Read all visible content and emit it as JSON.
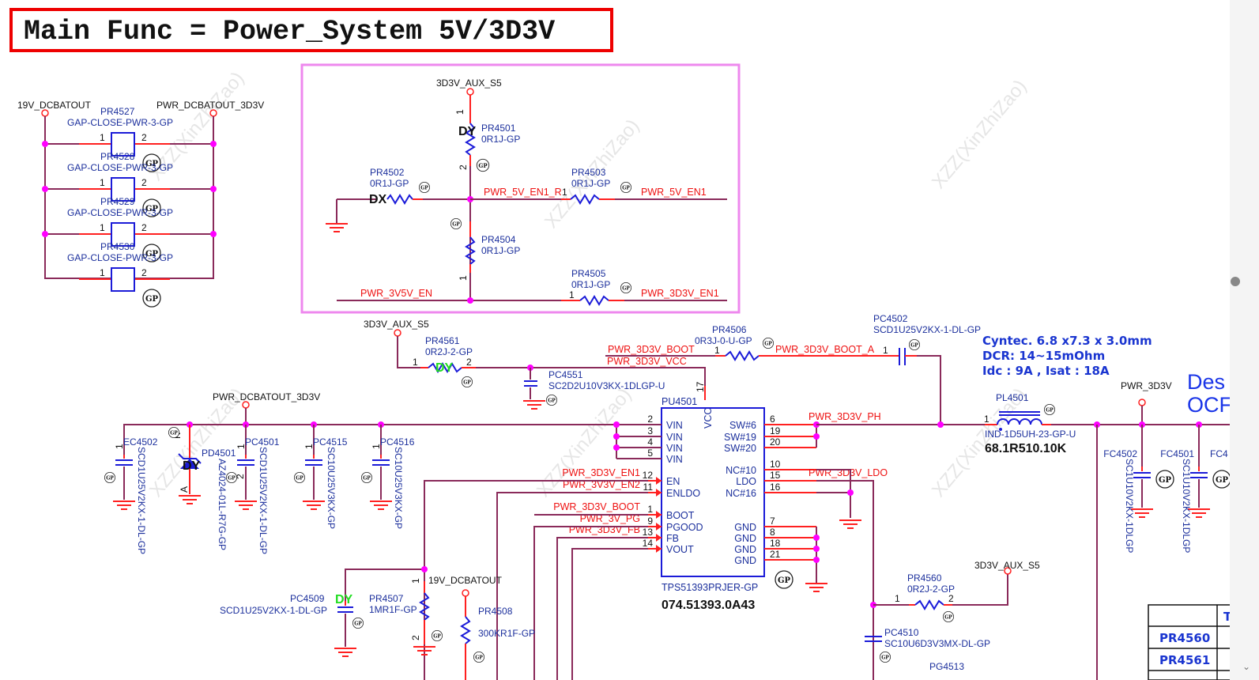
{
  "title": "Main Func = Power_System 5V/3D3V",
  "watermark": "XZZ(XinZhiZao)",
  "gap_block": {
    "left_net": "19V_DCBATOUT",
    "right_net": "PWR_DCBATOUT_3D3V",
    "parts": [
      {
        "ref": "PR4527",
        "value": "GAP-CLOSE-PWR-3-GP"
      },
      {
        "ref": "PR4528",
        "value": "GAP-CLOSE-PWR-3-GP"
      },
      {
        "ref": "PR4529",
        "value": "GAP-CLOSE-PWR-3-GP"
      },
      {
        "ref": "PR4530",
        "value": "GAP-CLOSE-PWR-3-GP"
      }
    ],
    "pin1": "1",
    "pin2": "2"
  },
  "enable_block": {
    "supply": "3D3V_AUX_S5",
    "pr4501": {
      "ref": "PR4501",
      "value": "0R1J-GP",
      "tag": "DY"
    },
    "pr4502": {
      "ref": "PR4502",
      "value": "0R1J-GP",
      "tag": "DX"
    },
    "pr4503": {
      "ref": "PR4503",
      "value": "0R1J-GP"
    },
    "pr4504": {
      "ref": "PR4504",
      "value": "0R1J-GP"
    },
    "pr4505": {
      "ref": "PR4505",
      "value": "0R1J-GP"
    },
    "nets": {
      "en1_r": "PWR_5V_EN1_R",
      "en1": "PWR_5V_EN1",
      "en_3v5v": "PWR_3V5V_EN",
      "en_3d3v": "PWR_3D3V_EN1"
    }
  },
  "vcc_block": {
    "supply": "3D3V_AUX_S5",
    "pr4561": {
      "ref": "PR4561",
      "value": "0R2J-2-GP",
      "tag": "DY"
    },
    "pc4551": {
      "ref": "PC4551",
      "value": "SC2D2U10V3KX-1DLGP-U"
    },
    "pr4506": {
      "ref": "PR4506",
      "value": "0R3J-0-U-GP"
    },
    "pc4502": {
      "ref": "PC4502",
      "value": "SCD1U25V2KX-1-DL-GP"
    },
    "nets": {
      "boot": "PWR_3D3V_BOOT",
      "vcc": "PWR_3D3V_VCC",
      "boot_a": "PWR_3D3V_BOOT_A"
    }
  },
  "input_caps": {
    "net": "PWR_DCBATOUT_3D3V",
    "parts": [
      {
        "ref": "EC4502",
        "value": "SCD1U25V2KX-1-DL-GP"
      },
      {
        "ref": "PD4501",
        "value": "AZ4024-01L-R7G-GP",
        "tag": "DY"
      },
      {
        "ref": "PC4501",
        "value": "SCD1U25V2KX-1-DL-GP"
      },
      {
        "ref": "PC4515",
        "value": "SC10U25V3KX-GP"
      },
      {
        "ref": "PC4516",
        "value": "SC10U25V3KX-GP"
      }
    ]
  },
  "ic": {
    "ref": "PU4501",
    "part": "TPS51393PRJER-GP",
    "pn": "074.51393.0A43",
    "vcc_label": "VCC",
    "vcc_pin": "17",
    "left_pins": [
      {
        "num": "2",
        "name": "VIN"
      },
      {
        "num": "3",
        "name": "VIN"
      },
      {
        "num": "4",
        "name": "VIN"
      },
      {
        "num": "5",
        "name": "VIN"
      },
      {
        "num": "12",
        "name": "EN",
        "net": "PWR_3D3V_EN1"
      },
      {
        "num": "11",
        "name": "ENLDO",
        "net": "PWR_3V3V_EN2"
      },
      {
        "num": "1",
        "name": "BOOT",
        "net": "PWR_3D3V_BOOT"
      },
      {
        "num": "9",
        "name": "PGOOD",
        "net": "PWR_3V_PG"
      },
      {
        "num": "13",
        "name": "FB",
        "net": "PWR_3D3V_FB"
      },
      {
        "num": "14",
        "name": "VOUT"
      }
    ],
    "right_pins": [
      {
        "num": "6",
        "name": "SW#6"
      },
      {
        "num": "19",
        "name": "SW#19"
      },
      {
        "num": "20",
        "name": "SW#20"
      },
      {
        "num": "10",
        "name": "NC#10"
      },
      {
        "num": "15",
        "name": "LDO"
      },
      {
        "num": "16",
        "name": "NC#16"
      },
      {
        "num": "7",
        "name": "GND"
      },
      {
        "num": "8",
        "name": "GND"
      },
      {
        "num": "18",
        "name": "GND"
      },
      {
        "num": "21",
        "name": "GND"
      }
    ],
    "nets": {
      "ph": "PWR_3D3V_PH",
      "ldo": "PWR_3D3V_LDO"
    }
  },
  "inductor": {
    "ref": "PL4501",
    "value": "IND-1D5UH-23-GP-U",
    "pn": "68.1R510.10K",
    "notes": [
      "Cyntec. 6.8 x7.3 x 3.0mm",
      "DCR: 14~15mOhm",
      "Idc : 9A , Isat : 18A"
    ]
  },
  "output": {
    "net": "PWR_3D3V",
    "caps": [
      {
        "ref": "FC4502",
        "value": "SC1U10V2KX-1DLGP"
      },
      {
        "ref": "FC4501",
        "value": "SC1U10V2KX-1DLGP"
      },
      {
        "ref": "FC4",
        "value": ""
      }
    ],
    "des_text": [
      "Des",
      "OCF"
    ]
  },
  "bottom_block": {
    "pc4509": {
      "ref": "PC4509",
      "value": "SCD1U25V2KX-1-DL-GP",
      "tag": "DY"
    },
    "pr4507": {
      "ref": "PR4507",
      "value": "1MR1F-GP"
    },
    "pr4508": {
      "ref": "PR4508",
      "value": "300KR1F-GP"
    },
    "net_19v": "19V_DCBATOUT",
    "pr4560": {
      "ref": "PR4560",
      "value": "0R2J-2-GP"
    },
    "pr4560_supply": "3D3V_AUX_S5",
    "pc4510": {
      "ref": "PC4510",
      "value": "SC10U6D3V3MX-DL-GP"
    },
    "pg4513": "PG4513"
  },
  "table": {
    "header": "T",
    "rows": [
      "PR4560",
      "PR4561"
    ]
  },
  "gp_label": "GP"
}
